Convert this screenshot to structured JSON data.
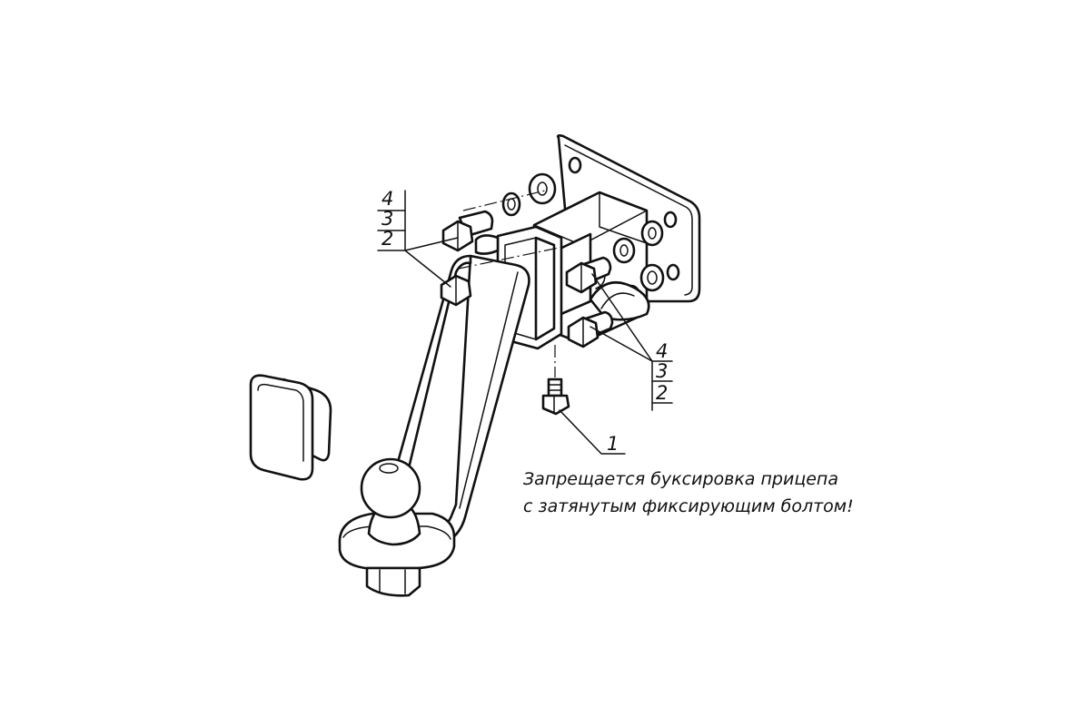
{
  "callouts": {
    "top_left": {
      "r1": "4",
      "r2": "3",
      "r3": "2"
    },
    "right": {
      "r1": "4",
      "r2": "3",
      "r3": "2"
    },
    "bottom": "1"
  },
  "warning": {
    "line1": "Запрещается буксировка прицепа",
    "line2": "с затянутым фиксирующим болтом!"
  }
}
